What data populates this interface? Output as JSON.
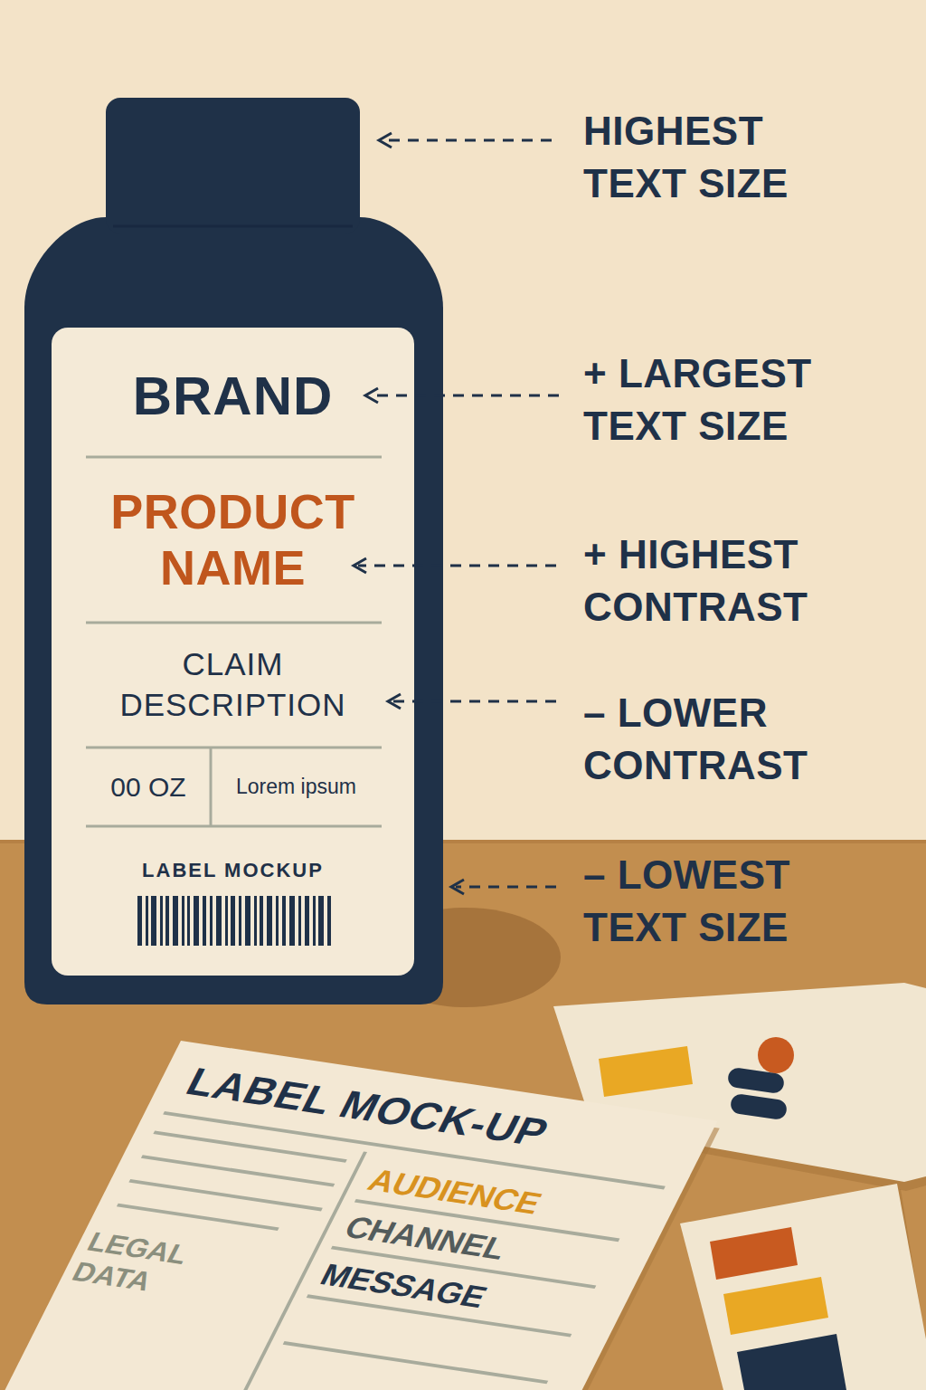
{
  "diagram": {
    "nodes": [
      {
        "text": [
          "BRAND",
          "PRODUCT NAME",
          "CLAIM DESCRIPTION",
          "LABEL MOCKUP"
        ]
      },
      {
        "text": [
          "00 OZ"
        ],
        "in": 0
      },
      {
        "text": [
          "Lorem ipsum"
        ],
        "in": 0
      },
      {
        "text": [
          "LABEL MOCK-UP",
          "AUDIENCE",
          "CHANNEL",
          "MESSAGE",
          "LEGAL DATA"
        ]
      }
    ],
    "labels": [
      "HIGHEST TEXT SIZE",
      "+ LARGEST TEXT SIZE",
      "+ HIGHEST CONTRAST",
      "– LOWER CONTRAST",
      "– LOWEST TEXT SIZE"
    ]
  }
}
